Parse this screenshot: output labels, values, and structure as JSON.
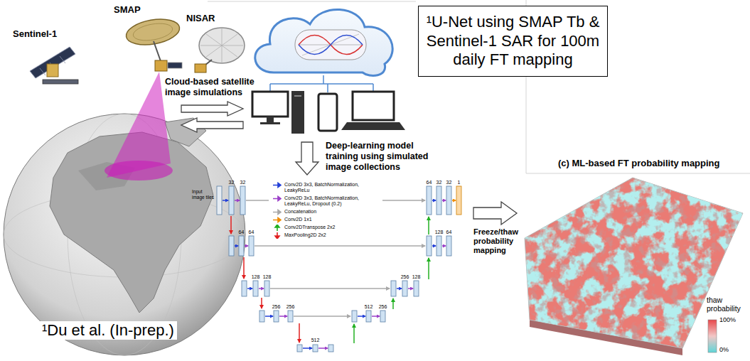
{
  "diagram": {
    "nodes": [
      {
        "text": [
          "¹U-Net using SMAP Tb & Sentinel-1 SAR for 100m daily FT mapping"
        ]
      }
    ],
    "labels": [
      "Sentinel-1",
      "SMAP",
      "NISAR",
      "Cloud-based satellite image simulations",
      "Deep-learning model training using simulated image collections",
      "Input image tiles",
      "32",
      "32",
      "64",
      "64",
      "128",
      "128",
      "256",
      "256",
      "512",
      "512",
      "256",
      "256",
      "128",
      "128",
      "64",
      "64",
      "32",
      "32",
      "1",
      "Freeze/thaw probability mapping",
      "(c) ML-based FT probability mapping",
      "thaw probability",
      "100%",
      "0%",
      "¹Du et al. (In-prep.)"
    ],
    "legend": [
      {
        "text": "Conv2D 3x3, BatchNormalization, LeakyReLu"
      },
      {
        "text": "Conv2D 3x3, BatchNormalization, LeakyReLu, Dropout (0.2)"
      },
      {
        "text": "Concatenation"
      },
      {
        "text": "Conv2D 1x1"
      },
      {
        "text": "Conv2DTranspose 2x2"
      },
      {
        "text": "MaxPooling2D 2x2"
      }
    ]
  }
}
